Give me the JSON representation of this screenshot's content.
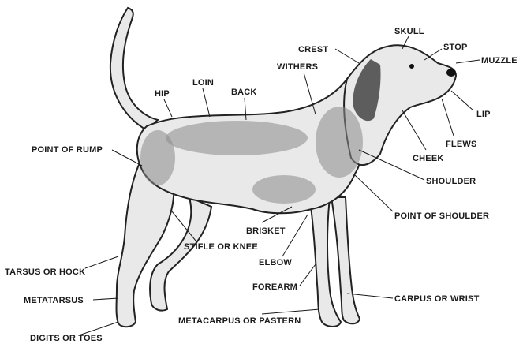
{
  "labels": {
    "skull": "SKULL",
    "crest": "CREST",
    "stop": "STOP",
    "muzzle": "MUZZLE",
    "withers": "WITHERS",
    "loin": "LOIN",
    "back": "BACK",
    "hip": "HIP",
    "lip": "LIP",
    "point_of_rump": "POINT OF RUMP",
    "flews": "FLEWS",
    "cheek": "CHEEK",
    "shoulder": "SHOULDER",
    "point_of_shoulder": "POINT OF SHOULDER",
    "brisket": "BRISKET",
    "stifle_or_knee": "STIFLE OR KNEE",
    "elbow": "ELBOW",
    "tarsus_or_hock": "TARSUS OR HOCK",
    "forearm": "FOREARM",
    "metatarsus": "METATARSUS",
    "carpus_or_wrist": "CARPUS OR WRIST",
    "metacarpus_or_pastern": "METACARPUS OR PASTERN",
    "digits_or_toes": "DIGITS OR TOES"
  }
}
